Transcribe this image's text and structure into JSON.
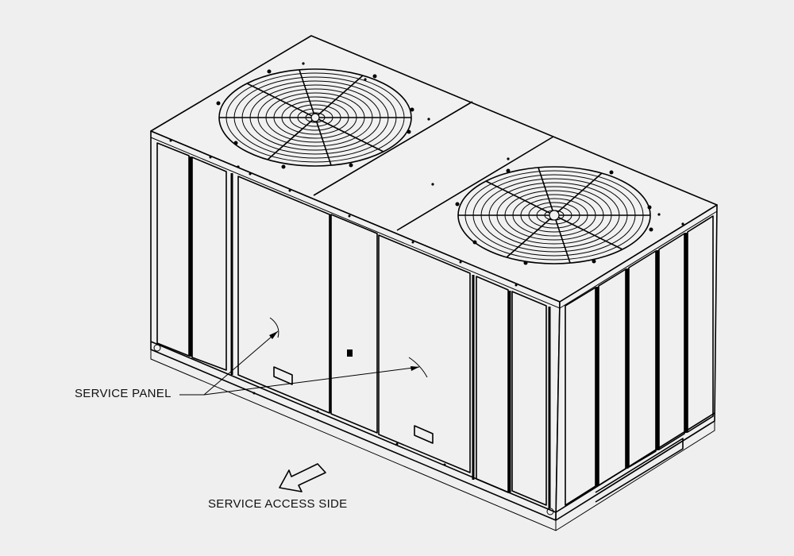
{
  "callouts": {
    "service_panel": "SERVICE PANEL",
    "service_access_side": "SERVICE ACCESS SIDE"
  },
  "colors": {
    "background": "#efefef",
    "line": "#000000"
  },
  "icons": {
    "fan_grille": "circular-fan-guard",
    "direction_arrow": "hollow-arrow-down-left"
  }
}
